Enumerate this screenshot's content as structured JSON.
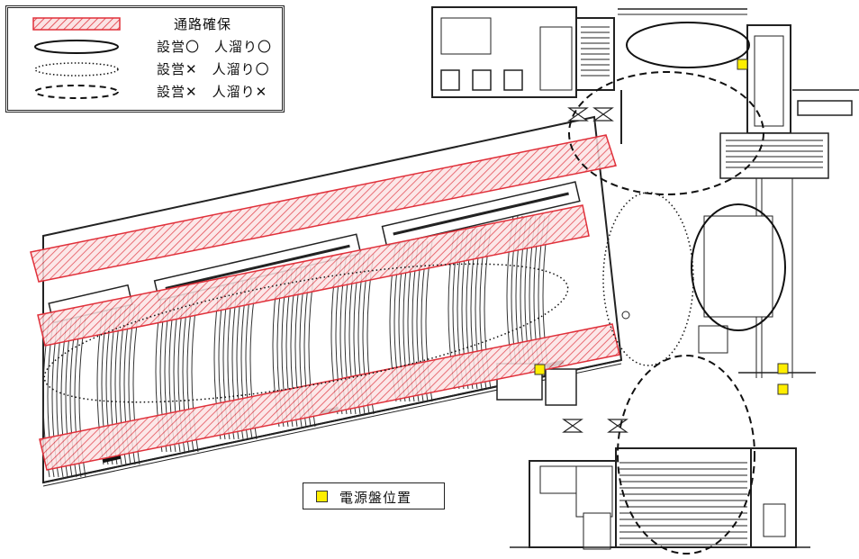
{
  "legend": {
    "rows": [
      {
        "label": "通路確保",
        "symbol": "hatched-red-band"
      },
      {
        "label": "設営〇　人溜り〇",
        "symbol": "solid-ellipse"
      },
      {
        "label": "設営✕　人溜り〇",
        "symbol": "dotted-ellipse"
      },
      {
        "label": "設営✕　人溜り✕",
        "symbol": "dashed-ellipse"
      }
    ]
  },
  "power_legend": {
    "label": "電源盤位置",
    "color": "#ffee00"
  },
  "colors": {
    "aisle_band": "#e0303a",
    "linework": "#222222",
    "power_panel": "#ffee00"
  }
}
